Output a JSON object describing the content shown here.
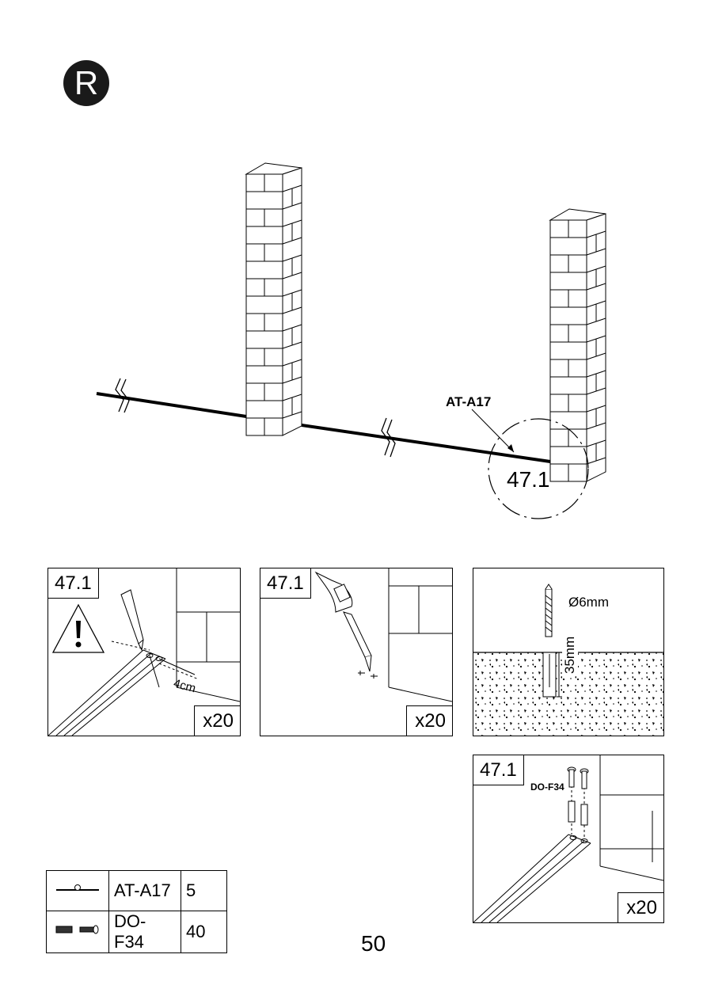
{
  "badge": {
    "letter": "R"
  },
  "overview": {
    "part_label": "AT-A17",
    "step_ref": "47.1"
  },
  "panels": [
    {
      "step": "47.1",
      "qty": "x20",
      "measure": "4cm",
      "icon": "warning-icon"
    },
    {
      "step": "47.1",
      "qty": "x20",
      "icon": "drill-icon"
    },
    {
      "diameter": "Ø6mm",
      "depth": "35mm",
      "icon": "drill-bit-icon"
    },
    {
      "step": "47.1",
      "qty": "x20",
      "part": "DO-F34",
      "icon": "anchor-screw-icon"
    }
  ],
  "parts_list": [
    {
      "code": "AT-A17",
      "count": "5",
      "icon": "rail-icon"
    },
    {
      "code": "DO-F34",
      "count": "40",
      "icon": "anchor-screw-icon"
    }
  ],
  "page_number": "50"
}
